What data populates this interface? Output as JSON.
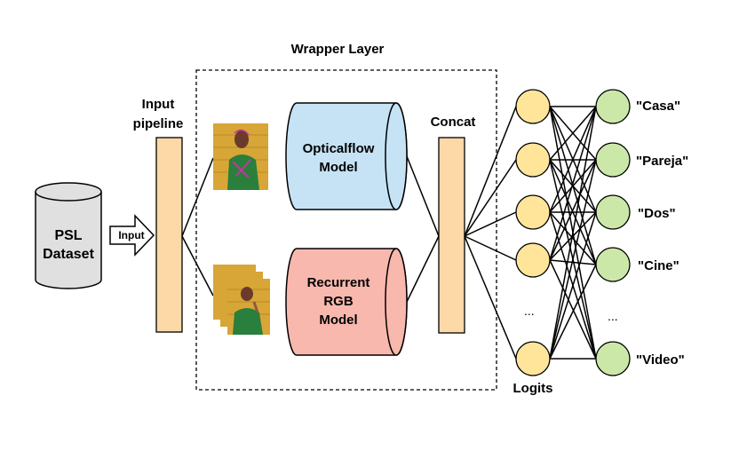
{
  "title": "Wrapper Layer",
  "dataset": {
    "line1": "PSL",
    "line2": "Dataset"
  },
  "input_arrow_label": "Input",
  "input_pipeline": {
    "line1": "Input",
    "line2": "pipeline"
  },
  "opticalflow_model": {
    "line1": "Opticalflow",
    "line2": "Model"
  },
  "rgb_model": {
    "line1": "Recurrent",
    "line2": "RGB",
    "line3": "Model"
  },
  "concat_label": "Concat",
  "logits_label": "Logits",
  "ellipsis": "...",
  "outputs": [
    "\"Casa\"",
    "\"Pareja\"",
    "\"Dos\"",
    "\"Cine\"",
    "\"Video\""
  ],
  "colors": {
    "cylinder_gray": "#e0e0e0",
    "pipeline_fill": "#fdd9a8",
    "opticalflow_fill": "#c5e3f5",
    "rgb_fill": "#f9b8ad",
    "logit_fill": "#ffe59a",
    "output_fill": "#cce8a9",
    "frame_wall": "#d8a636",
    "shirt": "#2a7f3c"
  }
}
